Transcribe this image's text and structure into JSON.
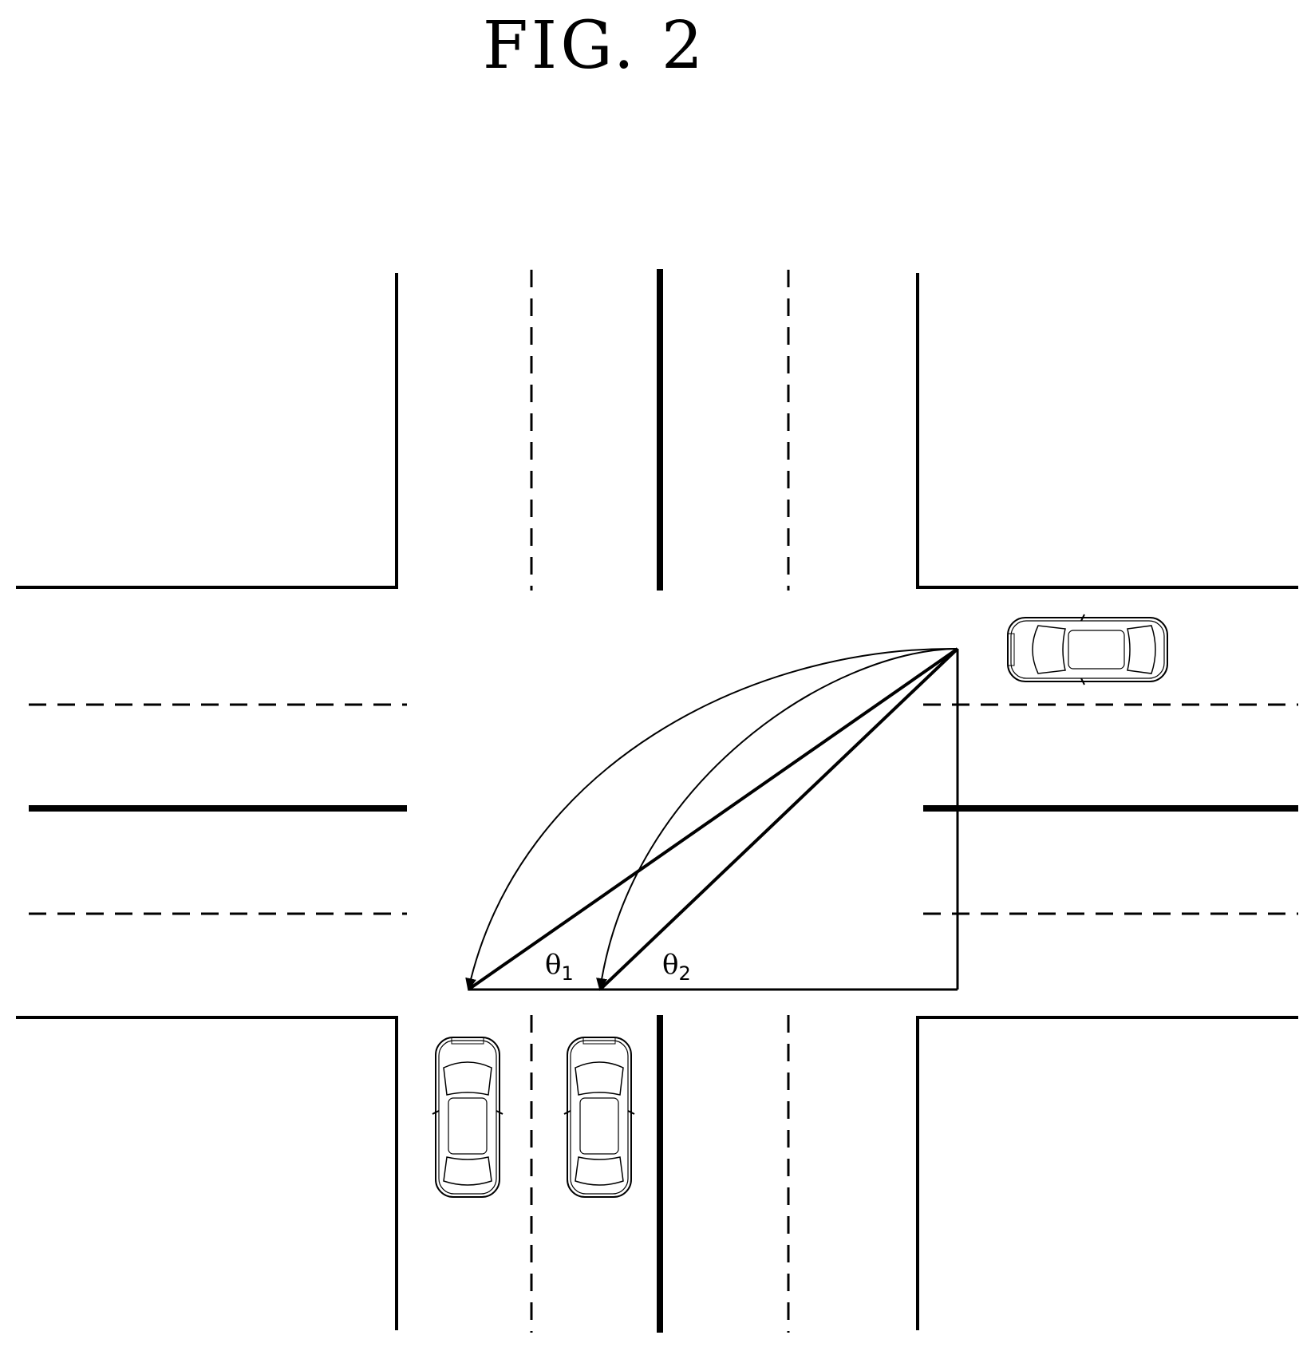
{
  "figure_label": "FIG. 2",
  "angle_labels": {
    "theta1": {
      "symbol": "θ",
      "subscript": "1"
    },
    "theta2": {
      "symbol": "θ",
      "subscript": "2"
    }
  },
  "colors": {
    "line": "#000000",
    "background": "#ffffff"
  }
}
